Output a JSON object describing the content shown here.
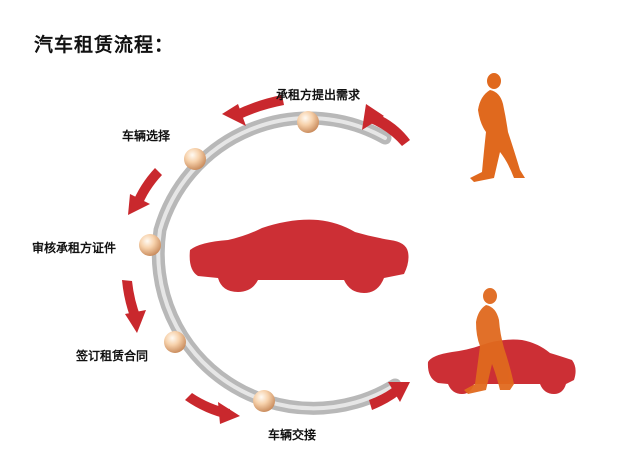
{
  "title": "汽车租赁流程：",
  "steps": [
    {
      "label": "承租方提出需求"
    },
    {
      "label": "车辆选择"
    },
    {
      "label": "审核承租方证件"
    },
    {
      "label": "签订租赁合同"
    },
    {
      "label": "车辆交接"
    }
  ],
  "colors": {
    "arrow": "#c9282d",
    "car": "#cc2f35",
    "figure": "#e0691e",
    "ring": "#bdbdbd",
    "ball": "#f3c59d"
  },
  "icons": [
    "woman-figure-icon",
    "car-icon",
    "woman-with-car-icon"
  ]
}
